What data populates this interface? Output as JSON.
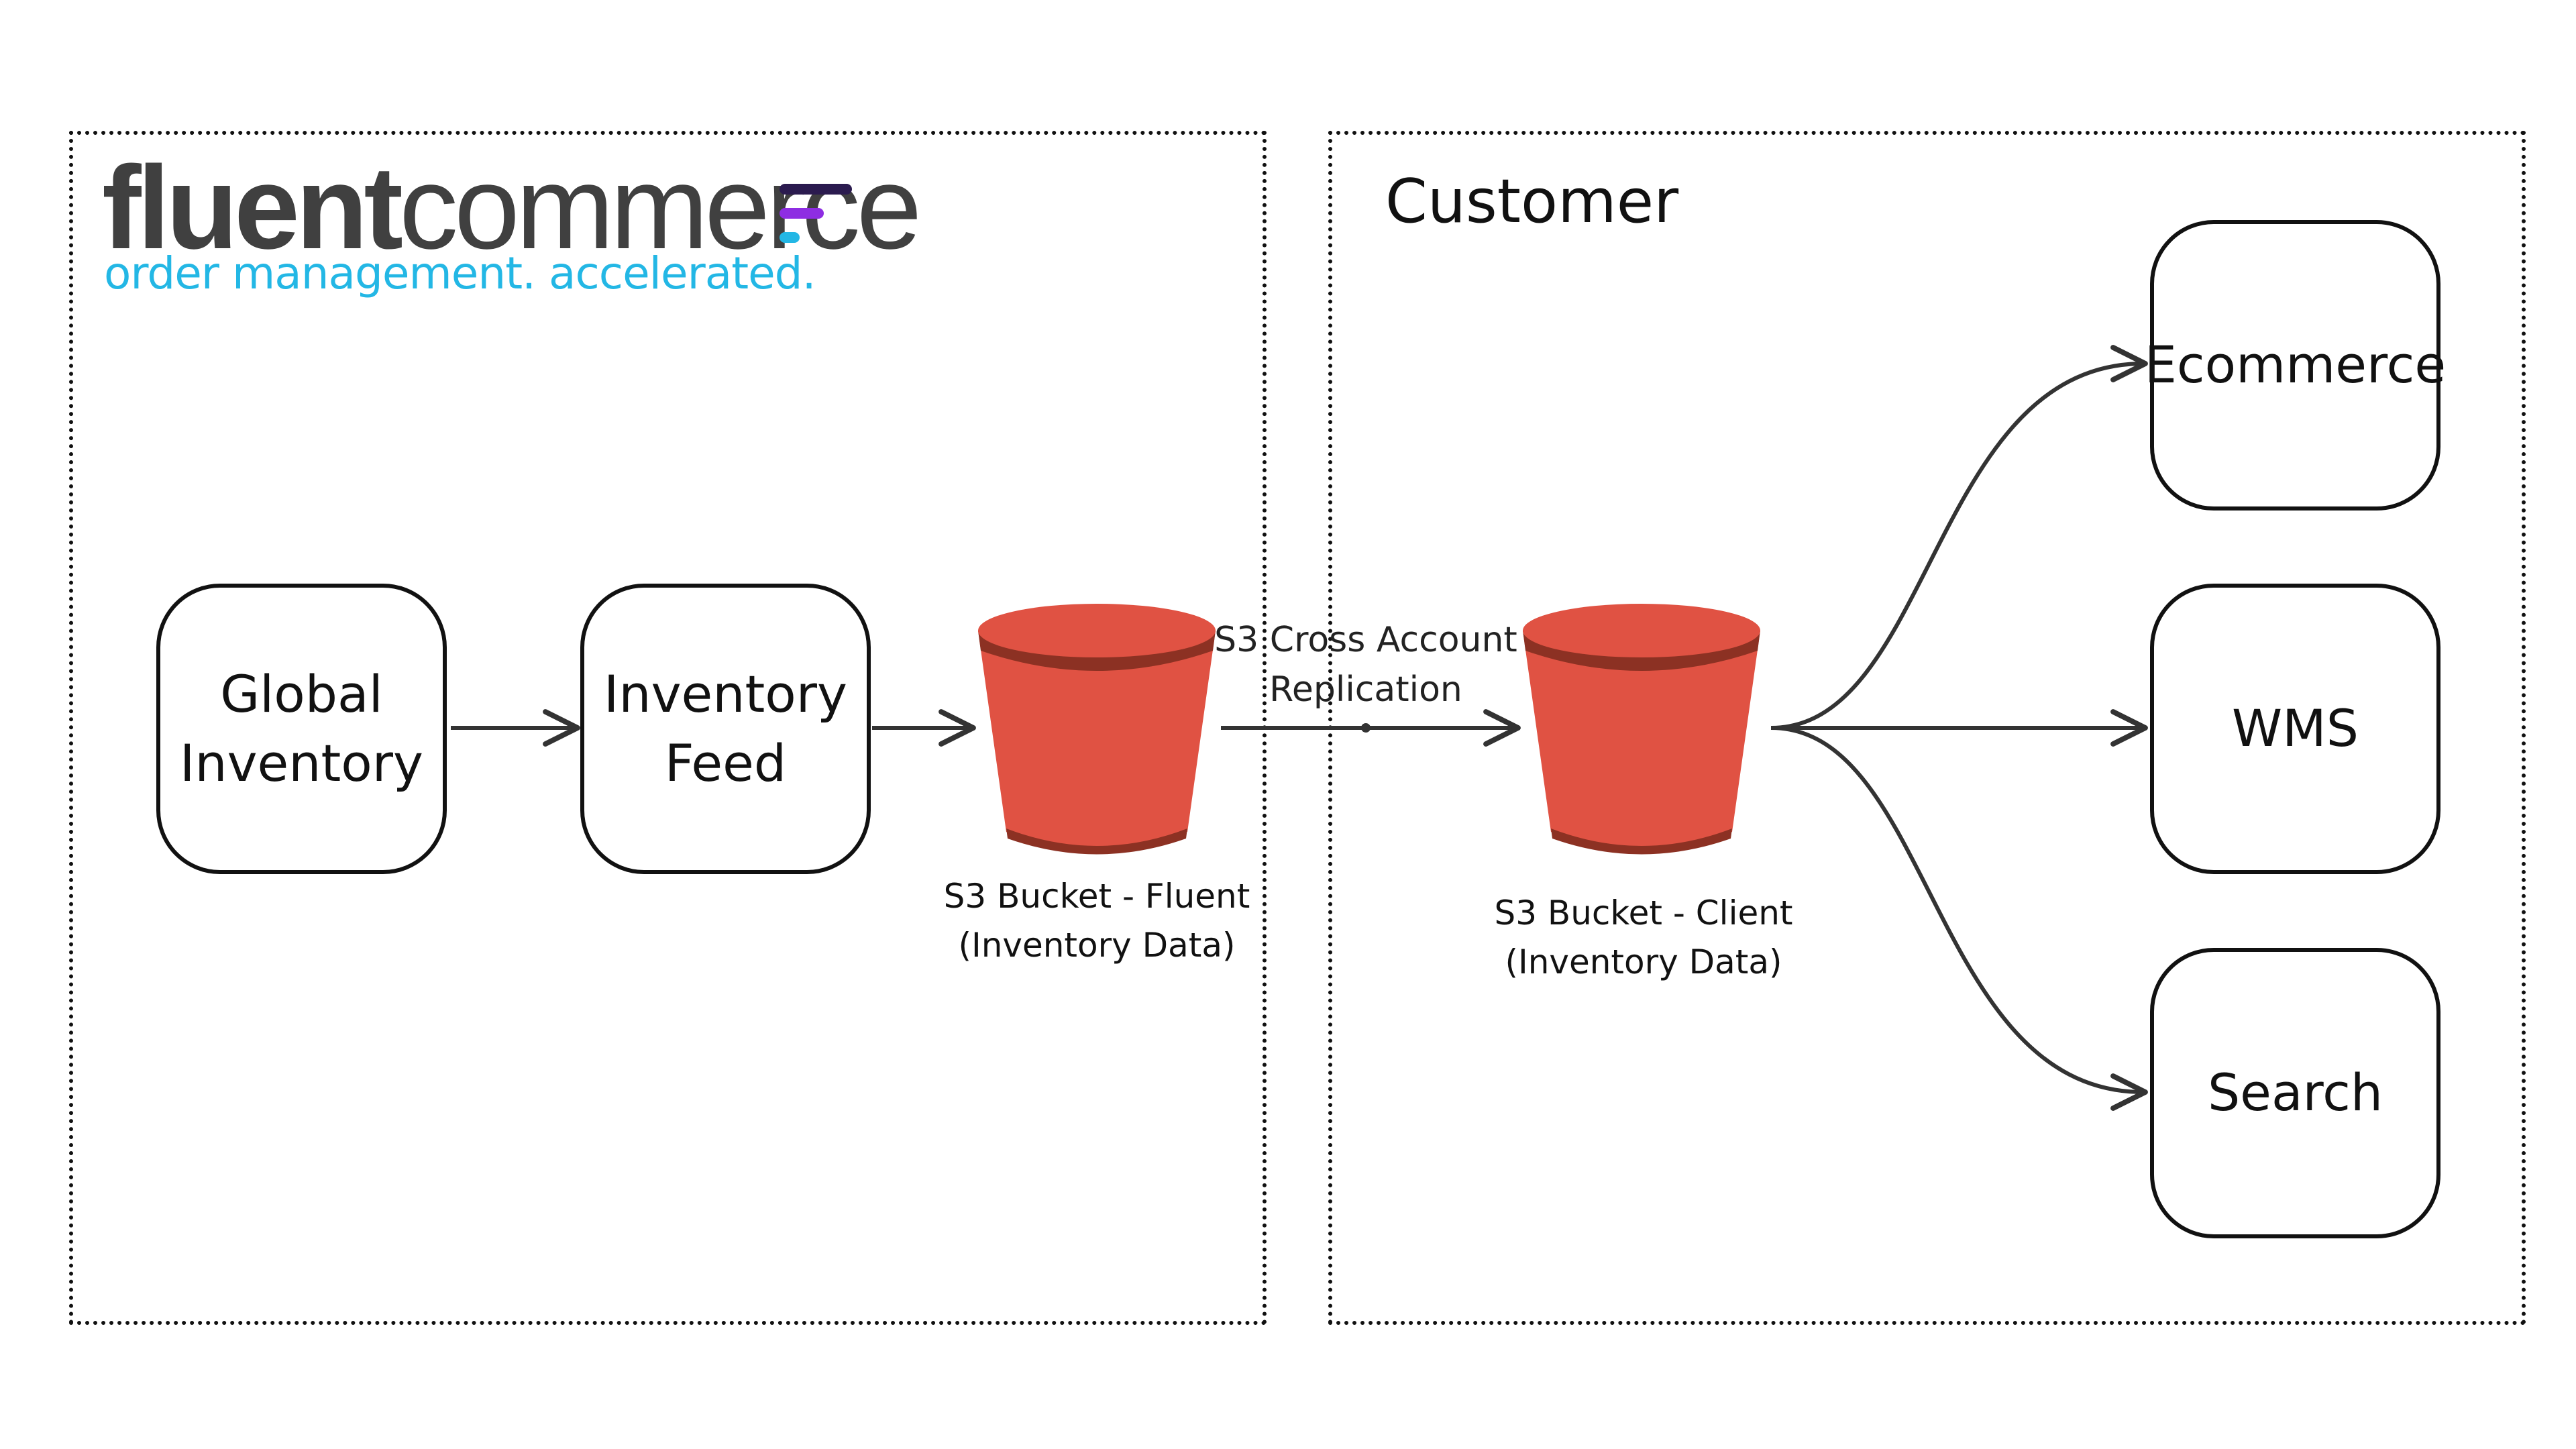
{
  "colors": {
    "border": "#111111",
    "bucket_top": "#e05243",
    "bucket_body": "#e05243",
    "bucket_band": "#8c3123",
    "logo_text": "#404040",
    "logo_tagline": "#23b7e5",
    "logo_mark_dark": "#2b1b4f",
    "logo_mark_purple": "#8e2de2",
    "logo_mark_cyan": "#23b7e5"
  },
  "logo": {
    "brand_prefix": "fluent",
    "brand_suffix": "commerce",
    "tagline": "order management. accelerated.",
    "mark_icon": "fluent-bars-icon"
  },
  "zones": {
    "customer_title": "Customer"
  },
  "nodes": {
    "global_inventory": "Global\nInventory",
    "inventory_feed": "Inventory\nFeed",
    "ecommerce": "Ecommerce",
    "wms": "WMS",
    "search": "Search"
  },
  "buckets": {
    "fluent": {
      "icon": "s3-bucket-icon",
      "caption": "S3 Bucket - Fluent\n(Inventory Data)"
    },
    "client": {
      "icon": "s3-bucket-icon",
      "caption": "S3 Bucket - Client\n(Inventory Data)"
    }
  },
  "edges": {
    "replication_label": "S3 Cross Account\nReplication"
  }
}
